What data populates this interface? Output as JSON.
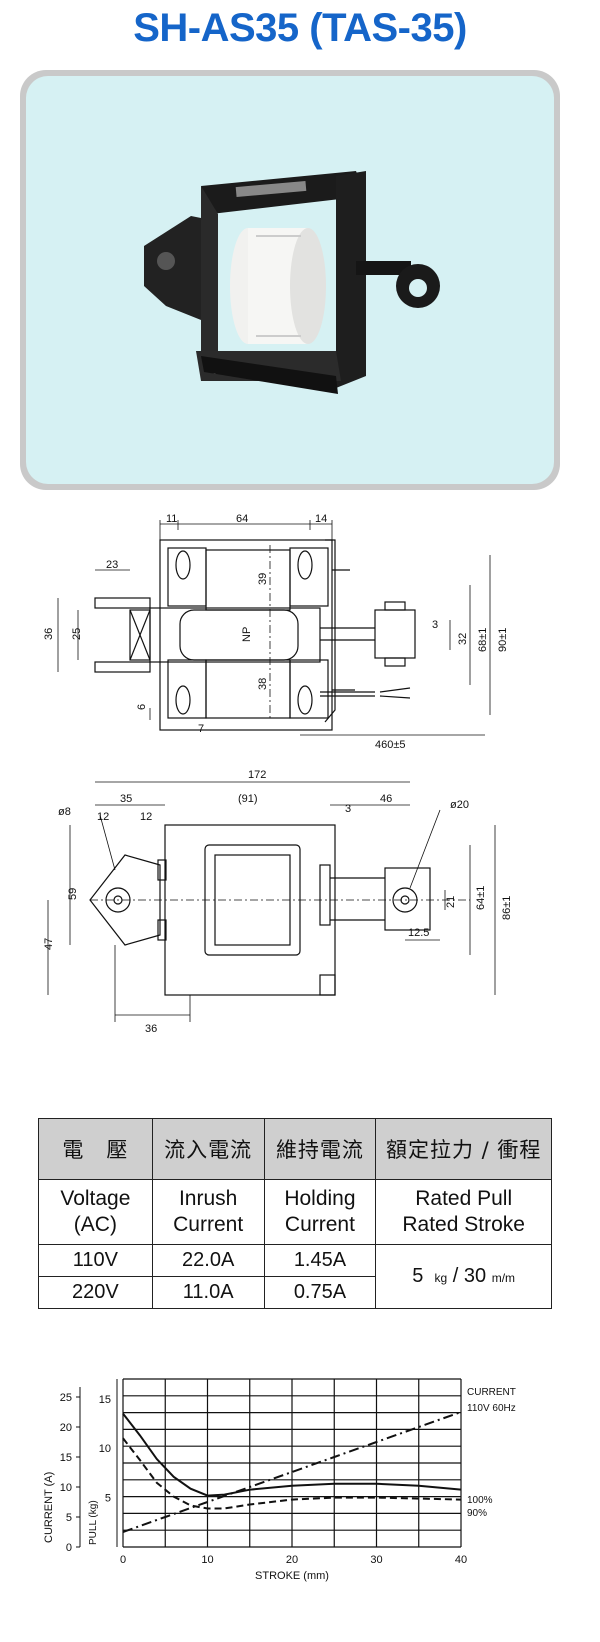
{
  "title": "SH-AS35 (TAS-35)",
  "table": {
    "headers_cn": [
      "電　壓",
      "流入電流",
      "維持電流",
      "額定拉力 / 衝程"
    ],
    "headers_en": [
      {
        "l1": "Voltage",
        "l2": "(AC)"
      },
      {
        "l1": "Inrush",
        "l2": "Current"
      },
      {
        "l1": "Holding",
        "l2": "Current"
      },
      {
        "l1": "Rated Pull",
        "l2": "Rated Stroke"
      }
    ],
    "rows": [
      {
        "voltage": "110V",
        "inrush": "22.0A",
        "holding": "1.45A"
      },
      {
        "voltage": "220V",
        "inrush": "11.0A",
        "holding": "0.75A"
      }
    ],
    "rated": {
      "pull": "5",
      "pull_unit": "kg",
      "sep": "/",
      "stroke": "30",
      "stroke_unit": "m/m"
    }
  },
  "drawing_top": {
    "dims": [
      "11",
      "64",
      "14",
      "23",
      "36",
      "25",
      "39",
      "38",
      "NP",
      "3",
      "32",
      "68±1",
      "90±1",
      "6",
      "7",
      "460±5"
    ]
  },
  "drawing_bottom": {
    "dims": [
      "172",
      "35",
      "(91)",
      "46",
      "ø8",
      "12",
      "12",
      "3",
      "ø20",
      "59",
      "47",
      "21",
      "64±1",
      "86±1",
      "12.5",
      "36"
    ]
  },
  "chart_data": {
    "type": "line",
    "xlabel": "STROKE (mm)",
    "ylabel_current": "CURRENT (A)",
    "ylabel_pull": "PULL (kg)",
    "x_ticks": [
      "0",
      "10",
      "20",
      "30",
      "40"
    ],
    "current_ticks": [
      "0",
      "5",
      "10",
      "15",
      "20",
      "25"
    ],
    "pull_ticks": [
      "5",
      "10",
      "15"
    ],
    "xlim": [
      0,
      40
    ],
    "current_ylim": [
      0,
      28
    ],
    "pull_ylim": [
      0,
      17
    ],
    "series": [
      {
        "name": "CURRENT 110V 60Hz",
        "axis": "current",
        "style": "dashdot",
        "x": [
          0,
          5,
          10,
          15,
          20,
          25,
          30,
          35,
          40
        ],
        "y": [
          2.5,
          5,
          7.5,
          10,
          12.5,
          15,
          17.5,
          20,
          22.5
        ]
      },
      {
        "name": "100%",
        "axis": "pull",
        "style": "solid",
        "x": [
          0,
          2,
          4,
          6,
          8,
          10,
          12,
          15,
          20,
          25,
          30,
          35,
          40
        ],
        "y": [
          13.5,
          11.3,
          8.9,
          7.1,
          5.9,
          5.2,
          5.3,
          5.8,
          6.2,
          6.4,
          6.4,
          6.2,
          5.8
        ]
      },
      {
        "name": "90%",
        "axis": "pull",
        "style": "dashed",
        "x": [
          0,
          2,
          4,
          6,
          8,
          10,
          12,
          15,
          20,
          25,
          30,
          35,
          40
        ],
        "y": [
          11.0,
          8.8,
          6.5,
          5.1,
          4.2,
          3.9,
          3.9,
          4.3,
          4.8,
          5.0,
          5.0,
          4.9,
          4.8
        ]
      }
    ],
    "legend_labels": [
      "CURRENT",
      "110V 60Hz",
      "100%",
      "90%"
    ]
  }
}
